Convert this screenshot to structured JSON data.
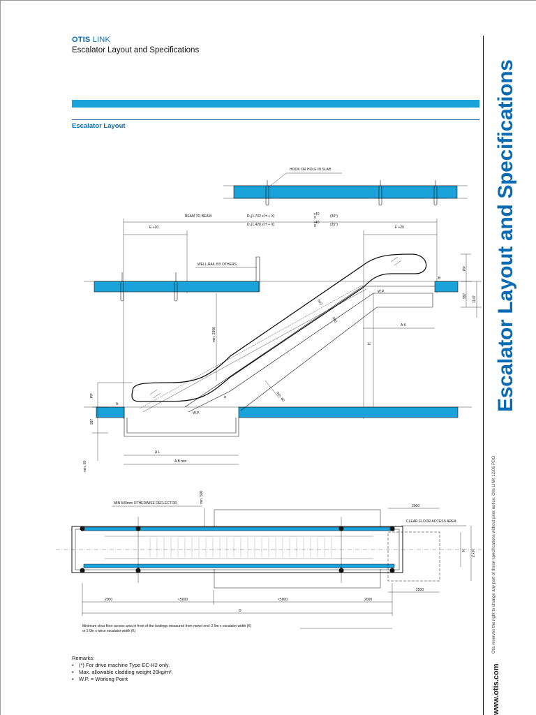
{
  "header": {
    "brand": "OTIS",
    "brand_link": "LINK",
    "subtitle": "Escalator Layout and Specifications"
  },
  "section_title": "Escalator Layout",
  "side_title": "Escalator Layout and Specifications",
  "side_disclaimer": "Otis reserves the right to change any part of these specifications without prior notice.   Otis LINK 12/06 PDO",
  "side_website": "www.otis.com",
  "labels": {
    "hook": "HOOK OR HOLE IN SLAB",
    "beam_to_beam": "BEAM TO BEAM",
    "d30": "D₀(1.732 x H + X)",
    "d35": "D₀(1.428 x H + X)",
    "tol_plus": "+40",
    "tol_zero": "0",
    "deg30": "(30°)",
    "deg35": "(35°)",
    "e_dim": "E +20",
    "f_dim": "F +20",
    "well_rail": "WELL RAIL BY OTHERS",
    "wp_upper": "W.P.",
    "wp_lower": "W.P.",
    "b_label": "B",
    "a_label": "A",
    "dim_997_upper": "997",
    "dim_1147": "1147",
    "dim_pp_upper": "PP",
    "dim_pp_lower": "PP",
    "dim_997_lower": "997",
    "dim_min2300": "min. 2300",
    "dim_h": "H",
    "dim_642": "642",
    "dim_980": "980",
    "dim_a_k": "A K",
    "dim_a_l": "A L",
    "dim_a_b_min": "A B min",
    "dim_min_60_side": "min. 60",
    "dim_min_60": "min. 60",
    "dim_alpha": "α",
    "min500_deflector": "MIN 500mm OTHERWISE DEFLECTOR",
    "min500": "min. 500",
    "dim_2000_top": "2000",
    "clear_floor": "CLEAR FLOOR ACCESS AREA",
    "dim_k": "K",
    "dim_2xk": "2 x K",
    "dim_2500": "2500",
    "dim_2000_left": "2000",
    "dim_5000_a": "<5000",
    "dim_5000_b": "<5000",
    "dim_2000_right": "2000",
    "dim_d": "D",
    "note_line1": "Minimum clear floor access area in front of the landings measured from newel end: 2.5m x escalator width (K)",
    "note_line2": "or 2.0m x twice escalator width (K)"
  },
  "remarks": {
    "title": "Remarks:",
    "items": [
      "(*) For drive machine Type EC-H2 only.",
      "Max. allowable cladding weight 20kg/m².",
      "W.P. = Working Point"
    ]
  },
  "colors": {
    "accent_blue": "#1aa2db",
    "brand_blue": "#0a6bb5"
  }
}
